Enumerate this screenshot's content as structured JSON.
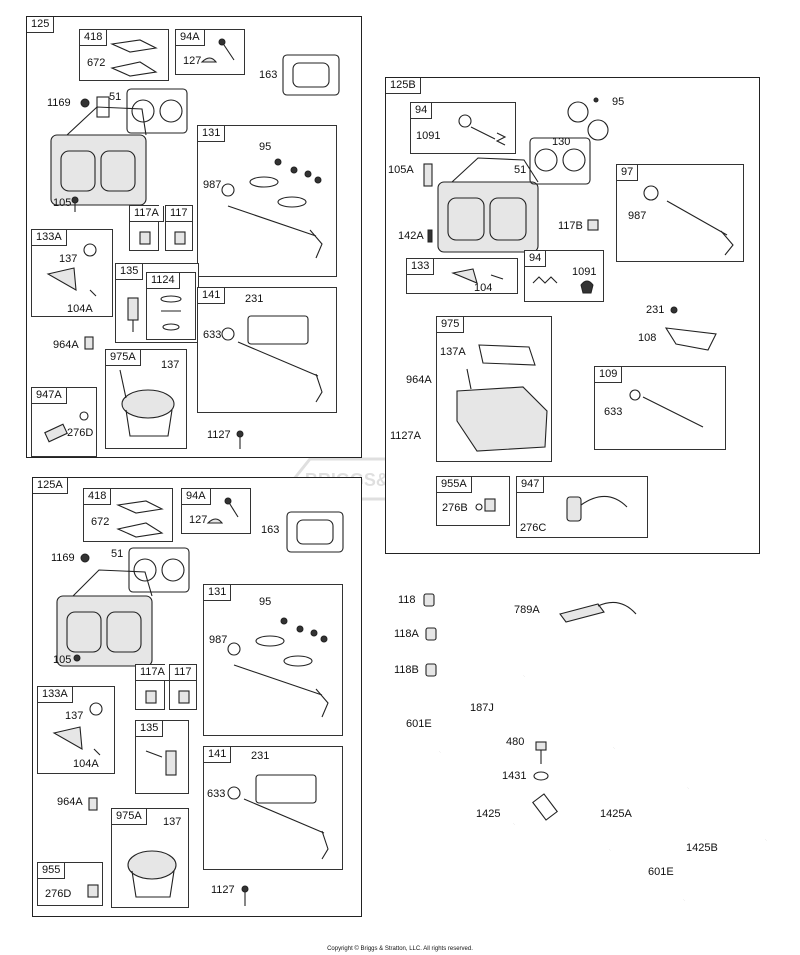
{
  "watermark": "BRIGGS&STRATTON",
  "copyright": "Copyright © Briggs & Stratton, LLC. All rights reserved.",
  "frames": {
    "f125": "125",
    "f125b": "125B",
    "f125a": "125A"
  },
  "boxes": {
    "b418_1": "418",
    "b94a_1": "94A",
    "b131_1": "131",
    "b133a_1": "133A",
    "b117a_1": "117A",
    "b117_1": "117",
    "b135_1": "135",
    "b1124": "1124",
    "b141_1": "141",
    "b975a_1": "975A",
    "b947a": "947A",
    "b94": "94",
    "b97": "97",
    "b133": "133",
    "b94b": "94",
    "b975": "975",
    "b109": "109",
    "b955a": "955A",
    "b947": "947",
    "b418_2": "418",
    "b94a_2": "94A",
    "b131_2": "131",
    "b133a_2": "133A",
    "b117a_2": "117A",
    "b117_2": "117",
    "b135_2": "135",
    "b141_2": "141",
    "b975a_2": "975A",
    "b955": "955"
  },
  "labels": {
    "l672_1": "672",
    "l127_1": "127",
    "l163_1": "163",
    "l1169_1": "1169",
    "l51_1": "51",
    "l95_1": "95",
    "l987_1": "987",
    "l105_1": "105",
    "l137_1": "137",
    "l104a_1": "104A",
    "l231_1": "231",
    "l633_1": "633",
    "l964a_1": "964A",
    "l137b_1": "137",
    "l276d_1": "276D",
    "l1127_1": "1127",
    "l1091": "1091",
    "l95b": "95",
    "l130": "130",
    "l105a": "105A",
    "l51b": "51",
    "l987b": "987",
    "l117b": "117B",
    "l142a": "142A",
    "l104": "104",
    "l1091b": "1091",
    "l231b": "231",
    "l108": "108",
    "l137a": "137A",
    "l964ab": "964A",
    "l633b": "633",
    "l1127a": "1127A",
    "l276b": "276B",
    "l276c": "276C",
    "l672_2": "672",
    "l127_2": "127",
    "l163_2": "163",
    "l1169_2": "1169",
    "l51_2": "51",
    "l95_2": "95",
    "l987_2": "987",
    "l105_2": "105",
    "l137_2": "137",
    "l104a_2": "104A",
    "l231_2": "231",
    "l633_2": "633",
    "l964a_2": "964A",
    "l137b_2": "137",
    "l276d_2": "276D",
    "l1127_2": "1127",
    "l118": "118",
    "l118a": "118A",
    "l118b": "118B",
    "l789a": "789A",
    "l187j": "187J",
    "l601e": "601E",
    "l480": "480",
    "l1431": "1431",
    "l1425": "1425",
    "l1425a": "1425A",
    "l1425b": "1425B",
    "l601e_2": "601E"
  }
}
